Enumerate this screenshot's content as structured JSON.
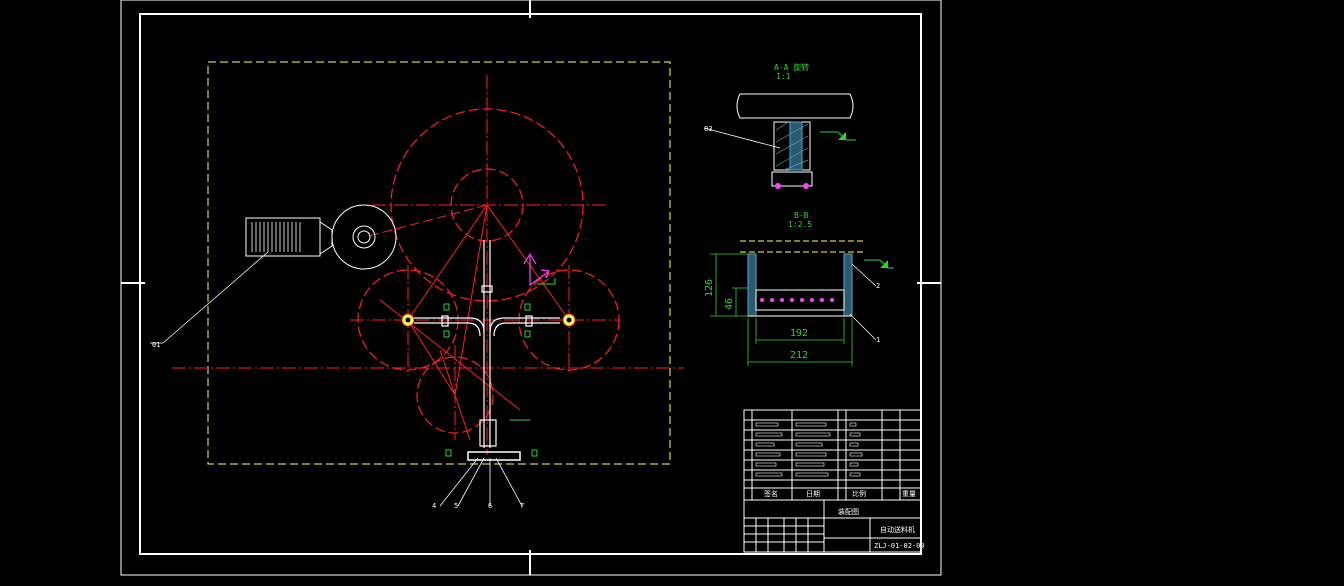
{
  "drawing": {
    "colors": {
      "background": "#000000",
      "frame": "#ffffff",
      "centerline": "#ff2020",
      "dimension": "#2bd32b",
      "boundary": "#ffff66",
      "view_marker": "#ff40ff",
      "hatch": "#4fa7c8"
    },
    "section_views": {
      "view_a_label": "A-A 旋转",
      "view_a_scale": "1:1",
      "view_b_label": "B-B",
      "view_b_scale": "1:2.5"
    },
    "dimensions": {
      "height_outer": "126",
      "height_inner": "46",
      "width_inner": "192",
      "width_outer": "212"
    },
    "leaders": {
      "motor": "01",
      "section_top": "03",
      "side_1": "2",
      "side_2": "1",
      "bottom": [
        "4",
        "5",
        "6",
        "7"
      ]
    },
    "title_block": {
      "drawing_label": "装配图",
      "part_name": "自动送料机",
      "drawing_number": "ZLJ-01-02-00",
      "sign_left": "签名",
      "sign_mid": "日期",
      "sign_right": "比例",
      "sign_far": "重量"
    }
  }
}
